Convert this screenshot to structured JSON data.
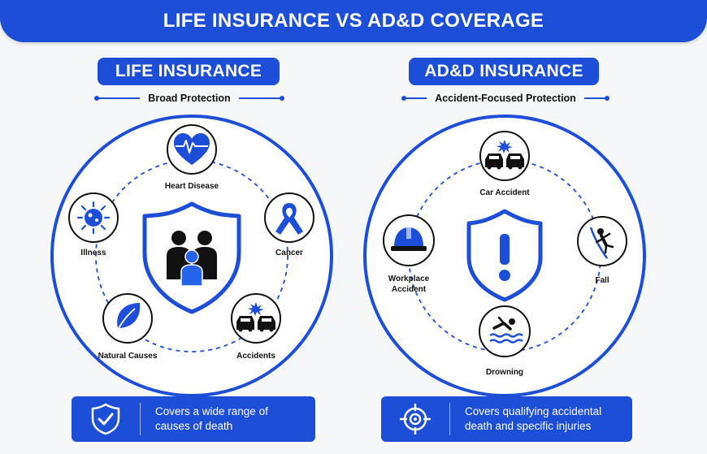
{
  "header": {
    "title": "LIFE INSURANCE VS AD&D COVERAGE"
  },
  "life": {
    "title": "LIFE INSURANCE",
    "subtitle": "Broad Protection",
    "nodes": {
      "heart": "Heart Disease",
      "illness": "Illness",
      "cancer": "Cancer",
      "natural": "Natural Causes",
      "accidents": "Accidents"
    },
    "footer_line1": "Covers a wide range of",
    "footer_line2": "causes of death"
  },
  "add": {
    "title": "AD&D INSURANCE",
    "subtitle": "Accident-Focused Protection",
    "nodes": {
      "car": "Car Accident",
      "workplace_line1": "Workplace",
      "workplace_line2": "Accident",
      "fall": "Fall",
      "drowning": "Drowning"
    },
    "footer_line1": "Covers qualifying accidental",
    "footer_line2": "death and specific injuries"
  },
  "colors": {
    "brand_blue": "#1d4ed8",
    "dark": "#111111",
    "background": "#f6f7f9"
  }
}
